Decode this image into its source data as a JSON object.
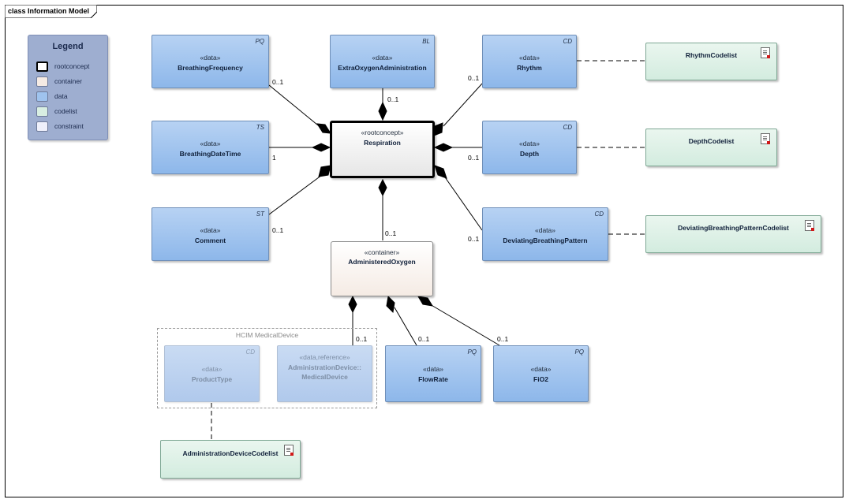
{
  "diagram": {
    "frame_title": "class Information Model",
    "legend": {
      "title": "Legend",
      "items": [
        {
          "label": "rootconcept",
          "color": "#ffffff"
        },
        {
          "label": "container",
          "color": "#f5ebe4"
        },
        {
          "label": "data",
          "color": "#9fc3ee"
        },
        {
          "label": "codelist",
          "color": "#d8eee2"
        },
        {
          "label": "constraint",
          "color": "#eef0fb"
        }
      ]
    },
    "classes": {
      "breathing_frequency": {
        "stereotype": "«data»",
        "name": "BreathingFrequency",
        "type_tag": "PQ"
      },
      "extra_oxygen": {
        "stereotype": "«data»",
        "name": "ExtraOxygenAdministration",
        "type_tag": "BL"
      },
      "rhythm": {
        "stereotype": "«data»",
        "name": "Rhythm",
        "type_tag": "CD"
      },
      "breathing_datetime": {
        "stereotype": "«data»",
        "name": "BreathingDateTime",
        "type_tag": "TS"
      },
      "respiration": {
        "stereotype": "«rootconcept»",
        "name": "Respiration"
      },
      "depth": {
        "stereotype": "«data»",
        "name": "Depth",
        "type_tag": "CD"
      },
      "comment": {
        "stereotype": "«data»",
        "name": "Comment",
        "type_tag": "ST"
      },
      "administered_oxygen": {
        "stereotype": "«container»",
        "name": "AdministeredOxygen"
      },
      "deviating_pattern": {
        "stereotype": "«data»",
        "name": "DeviatingBreathingPattern",
        "type_tag": "CD"
      },
      "product_type": {
        "stereotype": "«data»",
        "name": "ProductType",
        "type_tag": "CD"
      },
      "administration_device": {
        "stereotype": "«data,reference»",
        "name_line1": "AdministrationDevice::",
        "name_line2": "MedicalDevice"
      },
      "flow_rate": {
        "stereotype": "«data»",
        "name": "FlowRate",
        "type_tag": "PQ"
      },
      "fio2": {
        "stereotype": "«data»",
        "name": "FiO2",
        "type_tag": "PQ"
      }
    },
    "codelists": {
      "rhythm": "RhythmCodelist",
      "depth": "DepthCodelist",
      "deviating": "DeviatingBreathingPatternCodelist",
      "administration_device": "AdministrationDeviceCodelist"
    },
    "package": {
      "title": "HCIM MedicalDevice"
    },
    "multiplicities": {
      "breathing_frequency": "0..1",
      "extra_oxygen": "0..1",
      "rhythm": "0..1",
      "breathing_datetime": "1",
      "depth": "0..1",
      "comment": "0..1",
      "administered_oxygen": "0..1",
      "deviating_pattern": "0..1",
      "administration_device": "0..1",
      "flow_rate": "0..1",
      "fio2": "0..1"
    }
  }
}
